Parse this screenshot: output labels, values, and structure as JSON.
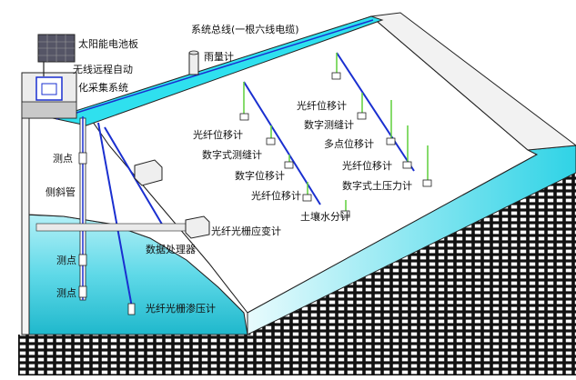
{
  "labels": {
    "bus_cable": "系统总线(一根六线电缆)",
    "solar_panel": "太阳能电池板",
    "wireless_system_line1": "无线远程自动",
    "wireless_system_line2": "化采集系统",
    "rain_gauge": "雨量计",
    "fo_displacement_1": "光纤位移计",
    "digital_crack_1": "数字测缝计",
    "multipoint_displacement": "多点位移计",
    "fo_displacement_2": "光纤位移计",
    "digital_crack_2": "数字式测缝计",
    "fo_displacement_3": "光纤位移计",
    "digital_displacement": "数字位移计",
    "digital_earth_pressure": "数字式土压力计",
    "fo_displacement_4": "光纤位移计",
    "soil_moisture": "土壤水分计",
    "fbg_strain": "光纤光栅应变计",
    "data_processor": "数据处理器",
    "fbg_seepage": "光纤光栅渗压计",
    "measure_point_1": "测点",
    "inclinometer": "侧斜管",
    "measure_point_2": "测点",
    "measure_point_3": "测点"
  },
  "colors": {
    "cable": "#1a2fd0",
    "sensor_lead": "#5ecf3a",
    "crest_cyan": "#2fe0ee",
    "water": "#5fd9e8",
    "grid_bg": "#111111",
    "grid_cell": "#ffffff"
  }
}
